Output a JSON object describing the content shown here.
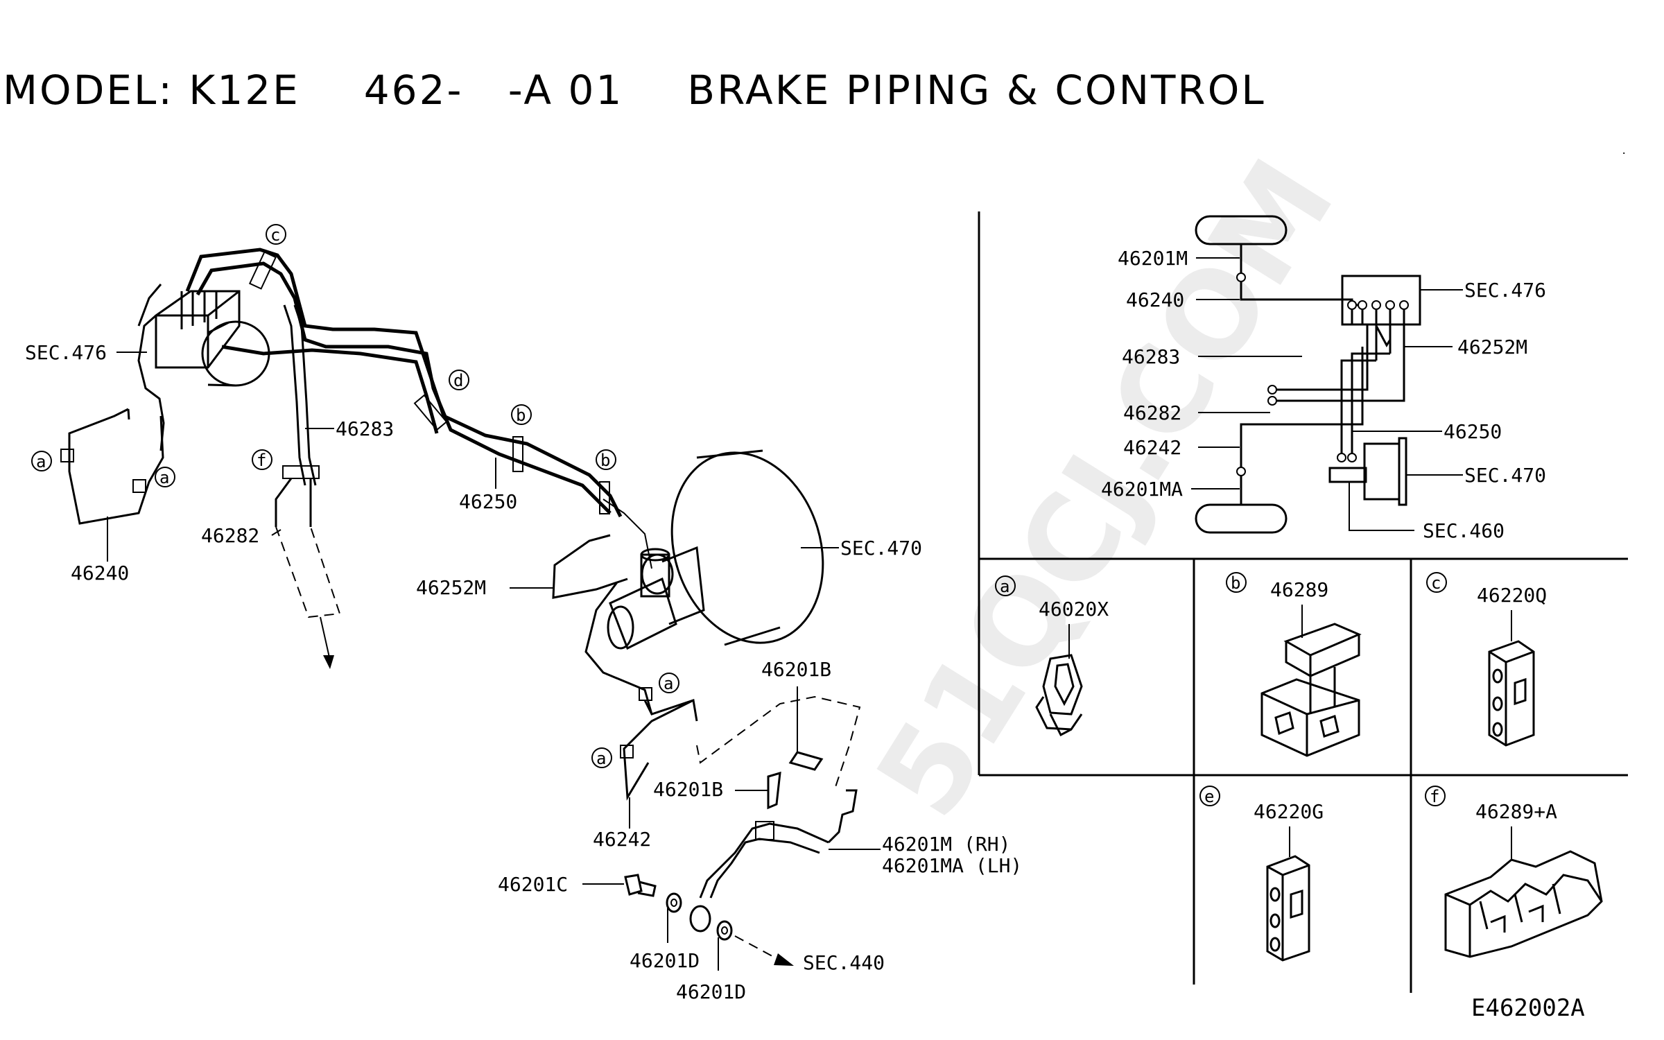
{
  "header": {
    "model": "MODEL: K12E",
    "code": "462-   -A 01",
    "title": "BRAKE PIPING & CONTROL"
  },
  "main_view": {
    "labels": {
      "sec476": "SEC.476",
      "p46240": "46240",
      "p46283": "46283",
      "p46282": "46282",
      "p46250": "46250",
      "p46252m": "46252M",
      "sec470": "SEC.470",
      "p46201b_a": "46201B",
      "p46201b_b": "46201B",
      "p46242": "46242",
      "p46201m": "46201M (RH)",
      "p46201ma": "46201MA (LH)",
      "p46201c": "46201C",
      "p46201d_a": "46201D",
      "p46201d_b": "46201D",
      "sec440": "SEC.440"
    },
    "markers": {
      "a1": "a",
      "a2": "a",
      "a3": "a",
      "a4": "a",
      "b1": "b",
      "b2": "b",
      "c": "c",
      "d": "d",
      "f": "f"
    }
  },
  "schematic": {
    "p46201m": "46201M",
    "p46240": "46240",
    "p46283": "46283",
    "p46282": "46282",
    "p46242": "46242",
    "p46201ma": "46201MA",
    "sec476": "SEC.476",
    "p46252m": "46252M",
    "p46250": "46250",
    "sec470": "SEC.470",
    "sec460": "SEC.460"
  },
  "clip_cells": [
    {
      "marker": "a",
      "part": "46020X"
    },
    {
      "marker": "b",
      "part": "46289"
    },
    {
      "marker": "c",
      "part": "46220Q"
    },
    {
      "marker": "e",
      "part": "46220G"
    },
    {
      "marker": "f",
      "part": "46289+A"
    }
  ],
  "watermark": "51QCJ.COM",
  "figure_code": "E462002A"
}
